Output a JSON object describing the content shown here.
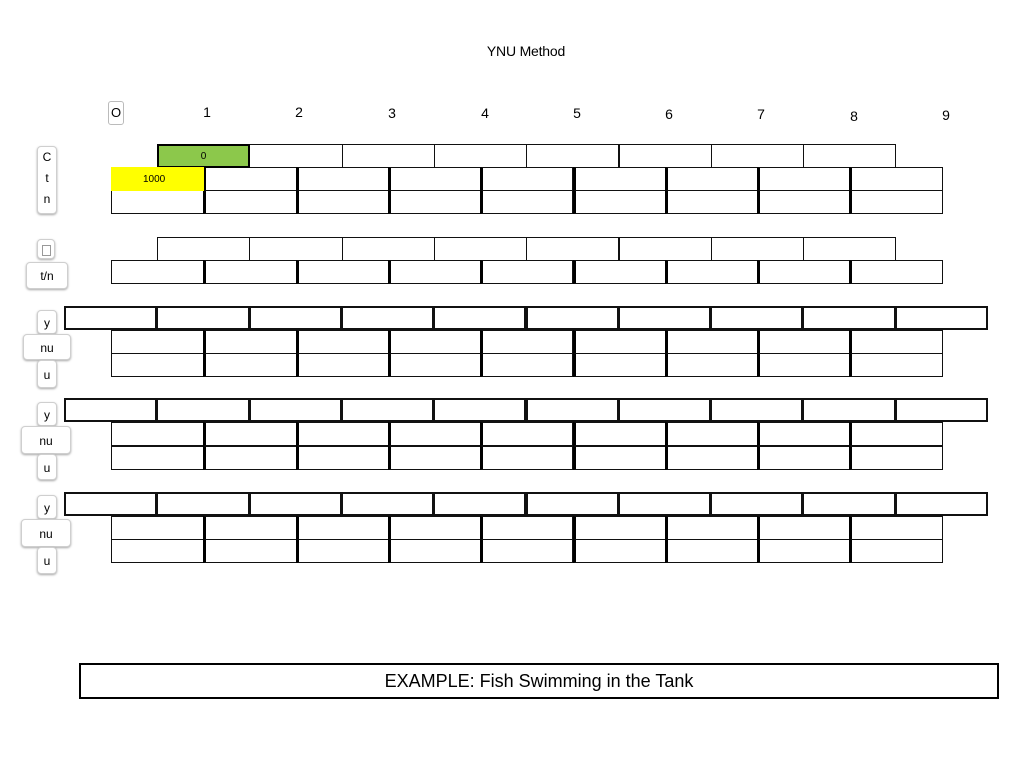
{
  "title": "YNU Method",
  "column_headers": [
    "O",
    "1",
    "2",
    "3",
    "4",
    "5",
    "6",
    "7",
    "8",
    "9"
  ],
  "row_labels": {
    "group1": [
      "C",
      "t",
      "n"
    ],
    "group2_icon": "placeholder-box-icon",
    "group2": [
      "t/n"
    ],
    "group3": [
      "y",
      "nu",
      "u"
    ],
    "group4": [
      "y",
      "nu",
      "u"
    ],
    "group5": [
      "y",
      "nu",
      "u"
    ]
  },
  "cells": {
    "c_first_value": "0",
    "t_first_value": "1000"
  },
  "colors": {
    "c_first_fill": "#8cc84b",
    "t_first_fill": "#ffff00"
  },
  "footer": {
    "example_text": "EXAMPLE:   Fish Swimming in the Tank"
  }
}
